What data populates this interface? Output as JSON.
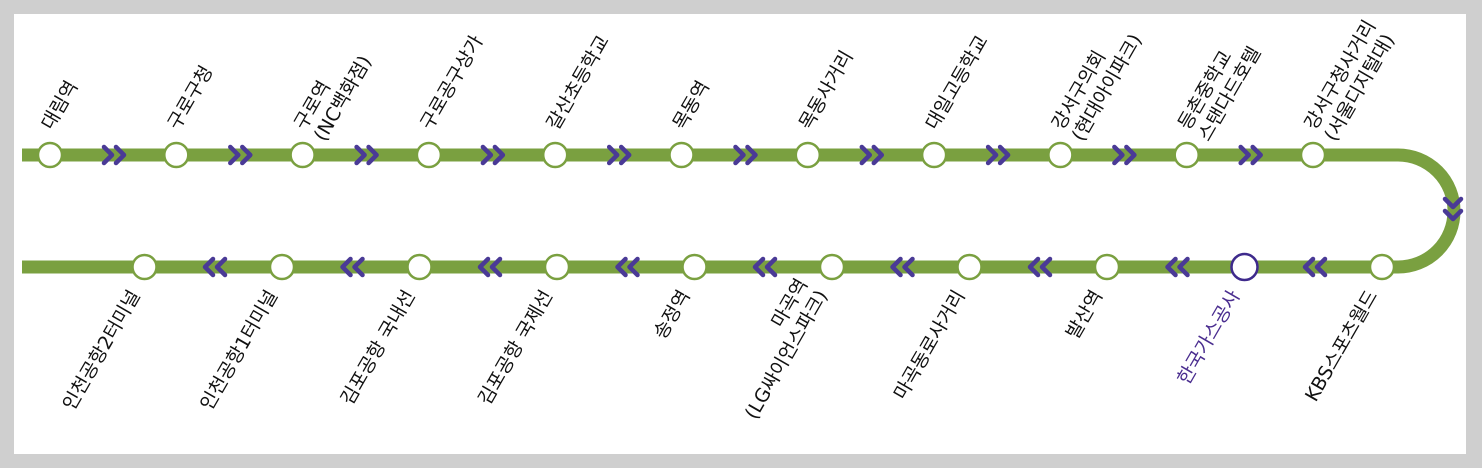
{
  "line": {
    "track_color": "#7aa040",
    "station_ring_color": "#7aa040",
    "current_ring_color": "#3e2a8c",
    "arrow_color": "#4a3a96",
    "arrow_icon": "double-chevron-icon"
  },
  "top_row": [
    {
      "name": "대림역"
    },
    {
      "name": "구로구청"
    },
    {
      "name": "구로역",
      "sub": "(NC백화점)"
    },
    {
      "name": "구로공구상가"
    },
    {
      "name": "갈산초등학교"
    },
    {
      "name": "목동역"
    },
    {
      "name": "목동사거리"
    },
    {
      "name": "대일고등학교"
    },
    {
      "name": "강서구의회",
      "sub": "(현대아이파크)"
    },
    {
      "name": "등촌중학교",
      "sub": "스탠다드호텔"
    },
    {
      "name": "강서구청사거리",
      "sub": "(서울디지털대)"
    }
  ],
  "bottom_row": [
    {
      "name": "KBS스포츠월드"
    },
    {
      "name": "한국가스공사",
      "current": true
    },
    {
      "name": "발산역"
    },
    {
      "name": "마곡동로사거리"
    },
    {
      "name": "마곡역",
      "sub": "(LG싸이언스파크)"
    },
    {
      "name": "송정역"
    },
    {
      "name": "김포공항 국제선"
    },
    {
      "name": "김포공항 국내선"
    },
    {
      "name": "인천공항1터미널"
    },
    {
      "name": "인천공항2터미널"
    }
  ]
}
